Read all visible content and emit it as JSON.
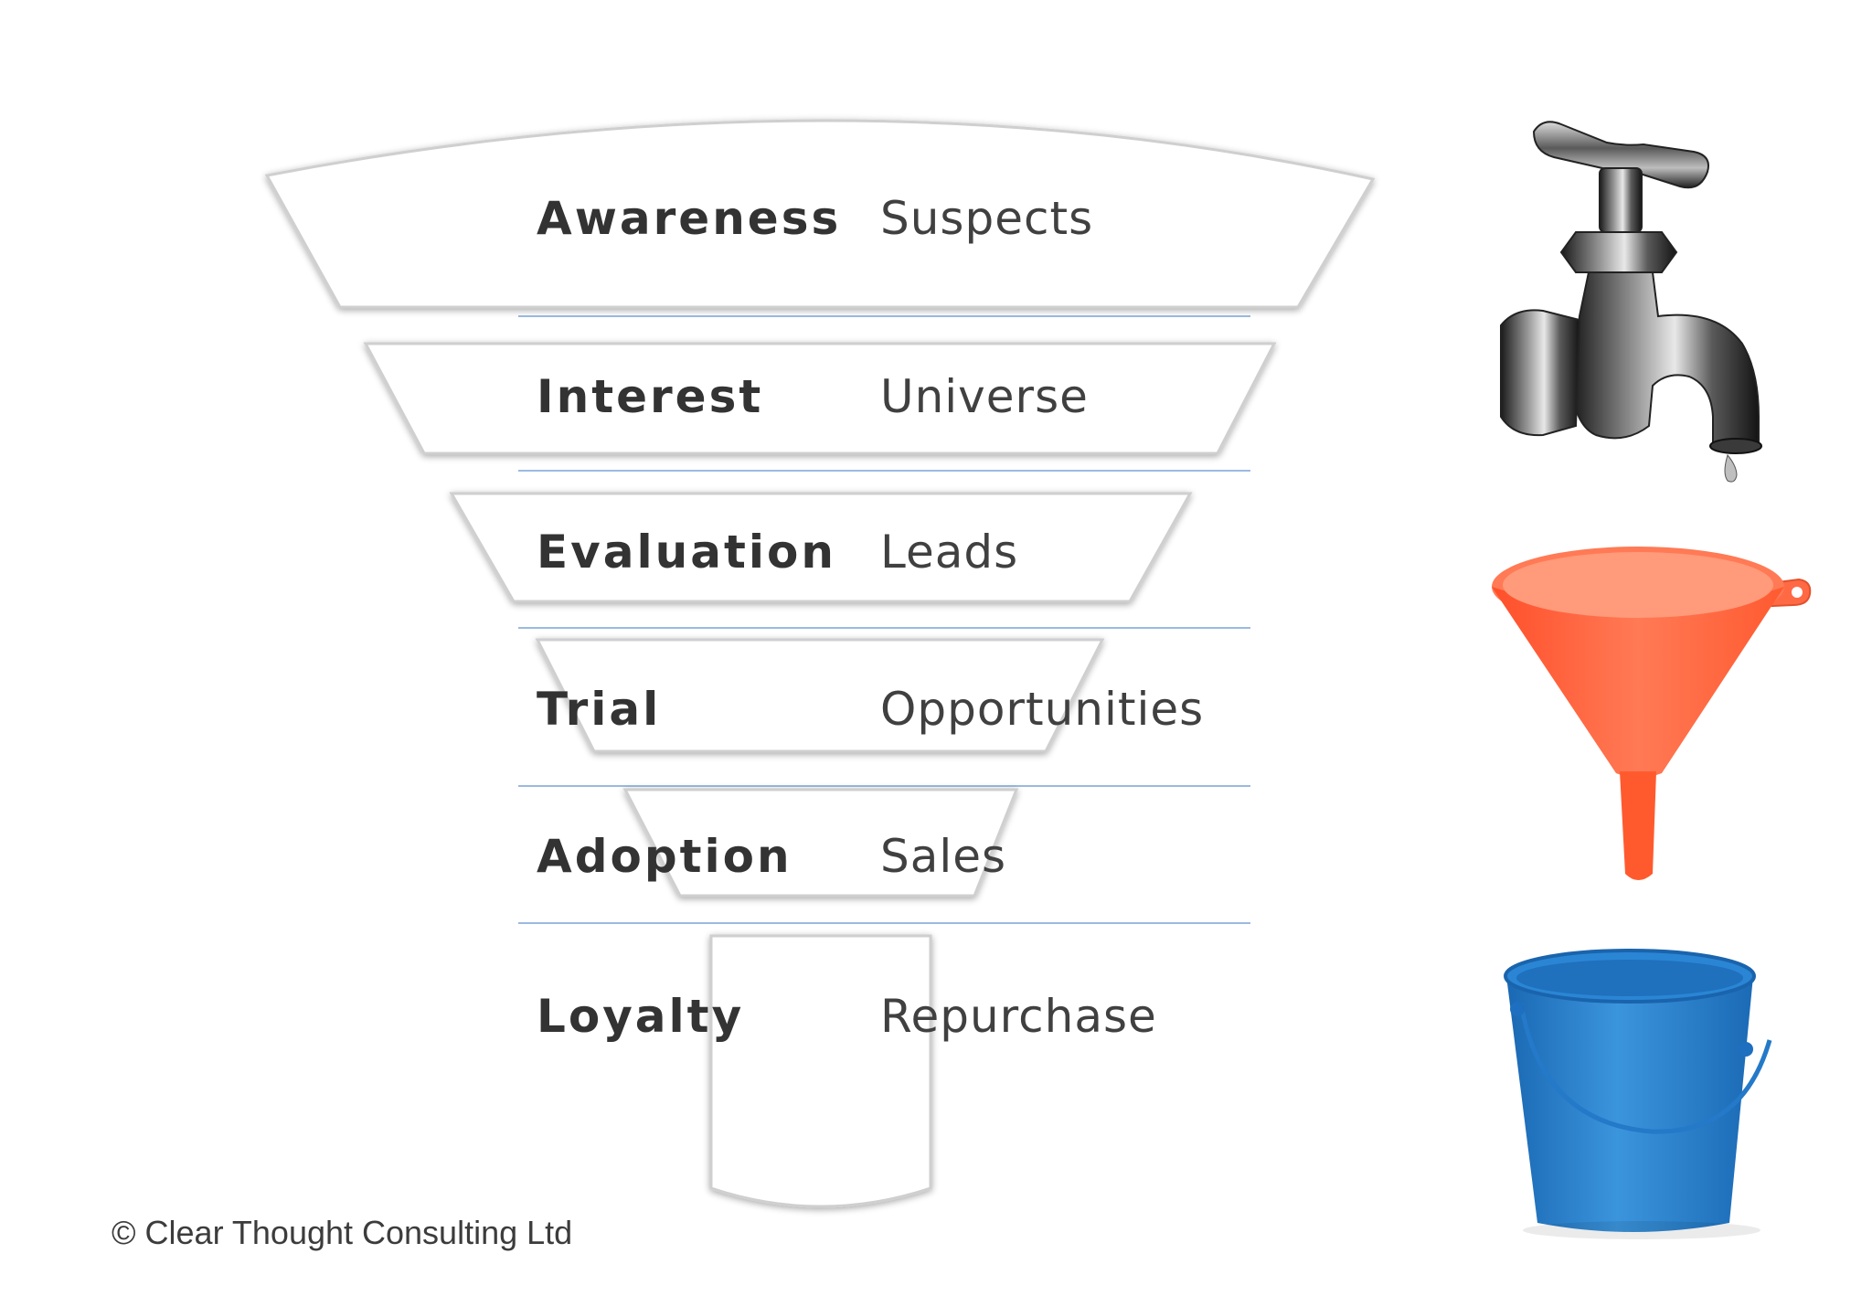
{
  "stages": [
    {
      "name": "Awareness",
      "desc": "Suspects"
    },
    {
      "name": "Interest",
      "desc": "Universe"
    },
    {
      "name": "Evaluation",
      "desc": "Leads"
    },
    {
      "name": "Trial",
      "desc": "Opportunities"
    },
    {
      "name": "Adoption",
      "desc": "Sales"
    },
    {
      "name": "Loyalty",
      "desc": "Repurchase"
    }
  ],
  "footer": {
    "symbol": "©",
    "text": "Clear Thought Consulting Ltd"
  },
  "pictures": [
    "water-tap-icon",
    "orange-funnel-icon",
    "blue-bucket-icon"
  ],
  "colors": {
    "divider": "#7aa3d6",
    "funnel": "#d8d8d8",
    "text": "#333333",
    "funnel_icon": "#ff5a2e",
    "bucket": "#1f78c4"
  }
}
